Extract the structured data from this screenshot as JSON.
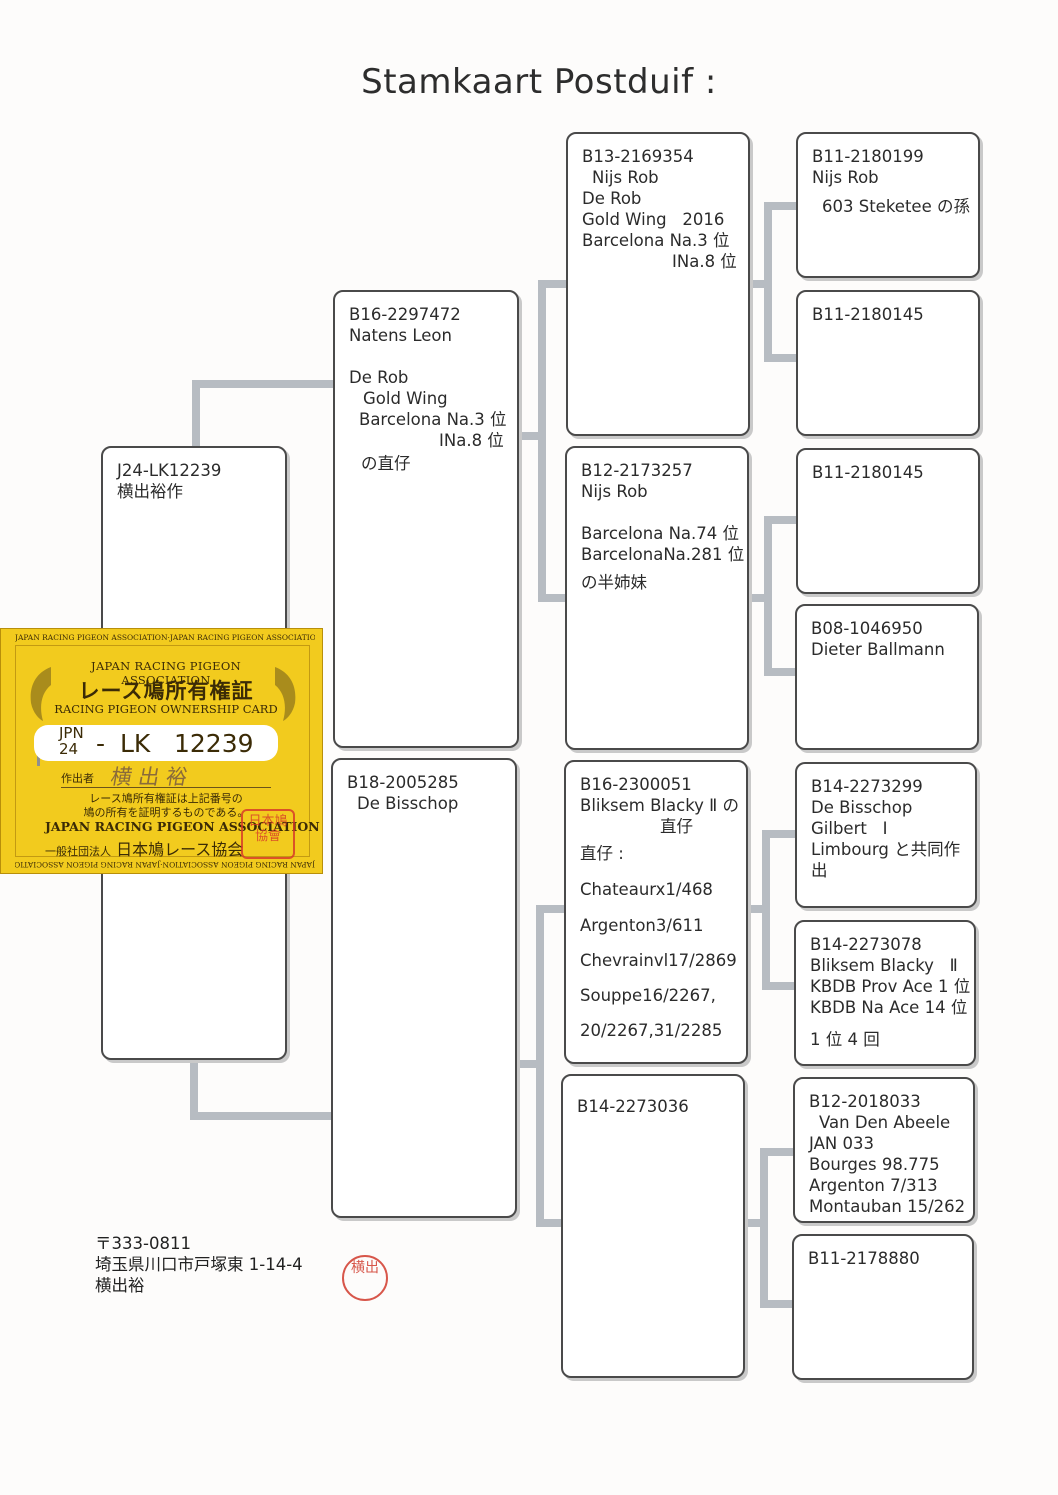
{
  "title": "Stamkaart Postduif :",
  "pigeon": {
    "ring": "J24-LK12239",
    "breeder": "横出裕作"
  },
  "sire": {
    "ring": "B16-2297472",
    "line1": "Natens Leon",
    "line2": "De Rob",
    "line3": "Gold Wing",
    "line4": "Barcelona Na.3 位",
    "line5": "INa.8 位",
    "line6": "の直仔"
  },
  "dam": {
    "ring": "B18-2005285",
    "line1": "De Bisschop"
  },
  "ss": {
    "ring": "B13-2169354",
    "line1": "Nijs Rob",
    "line2": "De Rob",
    "line3": "Gold Wing   2016",
    "line4": "Barcelona Na.3 位",
    "line5": "INa.8 位"
  },
  "sd": {
    "ring": "B12-2173257",
    "line1": "Nijs Rob",
    "line2": "Barcelona Na.74 位",
    "line3": "BarcelonaNa.281 位",
    "line4": "の半姉妹"
  },
  "ds": {
    "ring": "B16-2300051",
    "line1": "Bliksem Blacky Ⅱ の",
    "line2": "直仔",
    "line3": "直仔 :",
    "line4": "Chateaurx1/468",
    "line5": "Argenton3/611",
    "line6": "Chevrainvl17/2869",
    "line7": "Souppe16/2267,",
    "line8": "20/2267,31/2285"
  },
  "dd": {
    "ring": "B14-2273036"
  },
  "sss": {
    "ring": "B11-2180199",
    "line1": "Nijs Rob",
    "line2": "603 Steketee の孫"
  },
  "ssd": {
    "ring": "B11-2180145"
  },
  "sds": {
    "ring": "B11-2180145"
  },
  "sdd": {
    "ring": "B08-1046950",
    "line1": "Dieter Ballmann"
  },
  "dss": {
    "ring": "B14-2273299",
    "line1": "De Bisschop",
    "line2": "Gilbert   Ⅰ",
    "line3": "Limbourg と共同作",
    "line4": "出"
  },
  "dsd": {
    "ring": "B14-2273078",
    "line1": "Bliksem Blacky   Ⅱ",
    "line2": "KBDB Prov Ace 1 位",
    "line3": "KBDB Na Ace 14 位",
    "line4": "1 位 4 回"
  },
  "dds": {
    "ring": "B12-2018033",
    "line1": "Van Den Abeele",
    "line2": "JAN 033",
    "line3": "Bourges 98.775",
    "line4": "Argenton 7/313",
    "line5": "Montauban 15/262"
  },
  "ddd": {
    "ring": "B11-2178880"
  },
  "card": {
    "border_text": "JAPAN RACING PIGEON ASSOCIATION·JAPAN RACING PIGEON ASSOCIATION",
    "assoc_en": "JAPAN RACING PIGEON ASSOCIATION",
    "title_jp": "レース鳩所有権証",
    "title_en": "RACING PIGEON OWNERSHIP CARD",
    "country": "JPN",
    "year": "24",
    "dash": "-",
    "code": "LK",
    "ring_number": "12239",
    "breeder_label": "作出者",
    "breeder_name": "横 出 裕",
    "cert_line1": "レース鳩所有権証は上記番号の",
    "cert_line2": "鳩の所有を証明するものである。",
    "assoc_en2": "JAPAN RACING PIGEON ASSOCIATION",
    "assoc_jp_prefix": "一般社団法人",
    "assoc_jp": "日本鳩レース協会",
    "seal_text": "日本鳩協會"
  },
  "address": {
    "postal": "〒333-0811",
    "line1": "埼玉県川口市戸塚東 1-14-4",
    "name": "横出裕"
  },
  "stamp": {
    "text": "横出"
  }
}
